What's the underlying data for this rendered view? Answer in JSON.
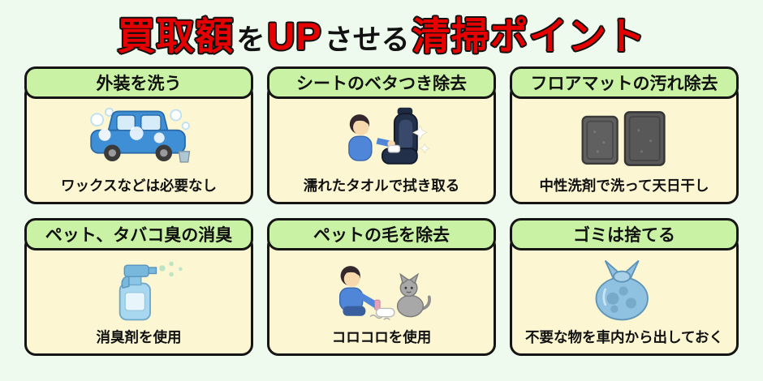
{
  "title": {
    "full_text": "買取額をUPさせる清掃ポイント",
    "segments": [
      {
        "text": "買取額",
        "color": "red"
      },
      {
        "text": "を",
        "color": "black"
      },
      {
        "text": "UP",
        "color": "red"
      },
      {
        "text": "させる",
        "color": "black"
      },
      {
        "text": "清掃ポイント",
        "color": "red"
      }
    ]
  },
  "cards": [
    {
      "header": "外装を洗う",
      "caption": "ワックスなどは必要なし",
      "icon": "car-wash-illustration"
    },
    {
      "header": "シートのベタつき除去",
      "caption": "濡れたタオルで拭き取る",
      "icon": "seat-cleaning-illustration"
    },
    {
      "header": "フロアマットの汚れ除去",
      "caption": "中性洗剤で洗って天日干し",
      "icon": "floor-mats-illustration"
    },
    {
      "header": "ペット、タバコ臭の消臭",
      "caption": "消臭剤を使用",
      "icon": "spray-bottle-illustration"
    },
    {
      "header": "ペットの毛を除去",
      "caption": "コロコロを使用",
      "icon": "lint-roller-cat-illustration"
    },
    {
      "header": "ゴミは捨てる",
      "caption": "不要な物を車内から出しておく",
      "icon": "garbage-bag-illustration"
    }
  ],
  "colors": {
    "background": "#effaef",
    "title_red": "#e60000",
    "header_green": "#c9f2a5",
    "card_cream": "#fcf7d2",
    "outline_black": "#151515"
  }
}
